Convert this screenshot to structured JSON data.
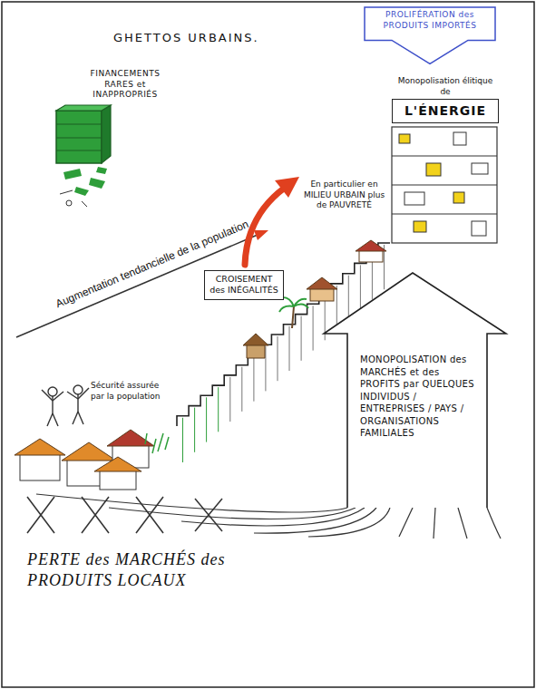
{
  "diagram": {
    "title": "GHETTOS URBAINS.",
    "nodes": [
      {
        "text": [
          "PROLIFÉRATION des PRODUITS IMPORTÉS"
        ]
      },
      {
        "text": [
          "Monopolisation élitique de",
          "L'ÉNERGIE"
        ]
      },
      {
        "text": [
          "CROISEMENT des INÉGALITÉS"
        ]
      },
      {
        "text": [
          "MONOPOLISATION des MARCHÉS et des PROFITS par QUELQUES INDIVIDUS / ENTREPRISES / PAYS / ORGANISATIONS FAMILIALES"
        ]
      }
    ],
    "labels": [
      "FINANCEMENTS RARES et INAPPROPRIÉS",
      "Augmentation tendancielle de la population",
      "En particulier en MILIEU URBAIN plus de PAUVRETÉ",
      "Sécurité assurée par la population",
      "PERTE des MARCHÉS des PRODUITS LOCAUX"
    ]
  }
}
